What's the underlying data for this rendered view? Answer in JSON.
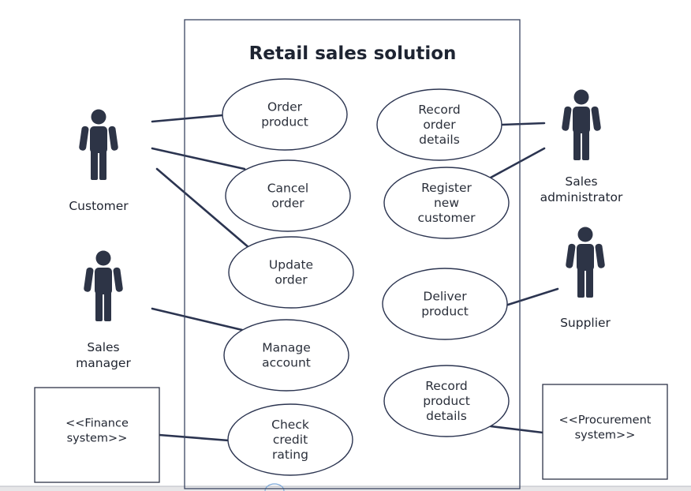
{
  "system": {
    "title": "Retail sales solution"
  },
  "use_cases": [
    {
      "id": "order-product",
      "lines": [
        "Order",
        "product"
      ]
    },
    {
      "id": "cancel-order",
      "lines": [
        "Cancel",
        "order"
      ]
    },
    {
      "id": "update-order",
      "lines": [
        "Update",
        "order"
      ]
    },
    {
      "id": "manage-account",
      "lines": [
        "Manage",
        "account"
      ]
    },
    {
      "id": "check-credit-rating",
      "lines": [
        "Check",
        "credit",
        "rating"
      ]
    },
    {
      "id": "record-order-details",
      "lines": [
        "Record",
        "order",
        "details"
      ]
    },
    {
      "id": "register-new-customer",
      "lines": [
        "Register",
        "new",
        "customer"
      ]
    },
    {
      "id": "deliver-product",
      "lines": [
        "Deliver",
        "product"
      ]
    },
    {
      "id": "record-product-details",
      "lines": [
        "Record",
        "product",
        "details"
      ]
    }
  ],
  "actors": [
    {
      "id": "customer",
      "lines": [
        "Customer"
      ]
    },
    {
      "id": "sales-manager",
      "lines": [
        "Sales",
        "manager"
      ]
    },
    {
      "id": "sales-administrator",
      "lines": [
        "Sales",
        "administrator"
      ]
    },
    {
      "id": "supplier",
      "lines": [
        "Supplier"
      ]
    }
  ],
  "external_systems": [
    {
      "id": "finance-system",
      "lines": [
        "<<Finance",
        "system>>"
      ]
    },
    {
      "id": "procurement-system",
      "lines": [
        "<<Procurement",
        "system>>"
      ]
    }
  ],
  "associations": [
    {
      "actor": "customer",
      "use_case": "order-product"
    },
    {
      "actor": "customer",
      "use_case": "cancel-order"
    },
    {
      "actor": "customer",
      "use_case": "update-order"
    },
    {
      "actor": "sales-manager",
      "use_case": "manage-account"
    },
    {
      "actor": "finance-system",
      "use_case": "check-credit-rating"
    },
    {
      "actor": "sales-administrator",
      "use_case": "record-order-details"
    },
    {
      "actor": "sales-administrator",
      "use_case": "register-new-customer"
    },
    {
      "actor": "supplier",
      "use_case": "deliver-product"
    },
    {
      "actor": "procurement-system",
      "use_case": "record-product-details"
    }
  ],
  "colors": {
    "stroke": "#2b3450",
    "actor_fill": "#2d3446",
    "text": "#1f2430"
  }
}
